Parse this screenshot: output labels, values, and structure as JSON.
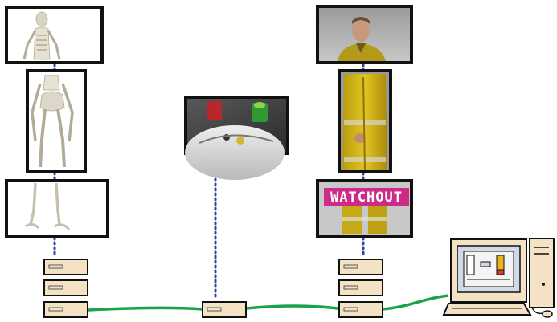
{
  "overlay_text": "WATCHOUT",
  "colors": {
    "network_cable": "#1aa34a",
    "signal_dots": "#3340a0",
    "display_border": "#111111",
    "server_unit": "#f3e3c4",
    "overlay_background": "#cc2b88"
  },
  "groups": [
    {
      "name": "skeleton-display-group",
      "displays": 3,
      "servers": 3
    },
    {
      "name": "gauge-display-group",
      "displays": 1,
      "servers": 1
    },
    {
      "name": "firefighter-display-group",
      "displays": 3,
      "servers": 3
    }
  ],
  "production_computer": {
    "icon": "desktop-computer-icon"
  }
}
